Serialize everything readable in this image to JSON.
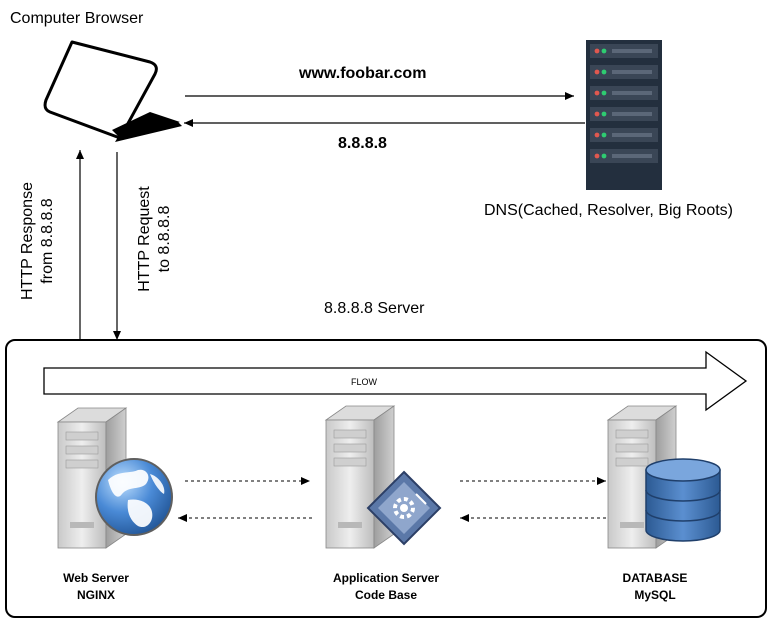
{
  "browser": {
    "label": "Computer Browser"
  },
  "dns": {
    "request_label": "www.foobar.com",
    "response_label": "8.8.8.8",
    "label": "DNS(Cached, Resolver, Big Roots)"
  },
  "http": {
    "response_label": [
      "HTTP Response",
      "from 8.8.8.8"
    ],
    "request_label": [
      "HTTP Request",
      "to 8.8.8.8"
    ]
  },
  "server": {
    "label": "8.8.8.8 Server",
    "flow_label": "FLOW",
    "nodes": [
      {
        "name": "Web Server",
        "detail": "NGINX",
        "icon": "globe-icon"
      },
      {
        "name": "Application Server",
        "detail": "Code Base",
        "icon": "gear-diamond-icon"
      },
      {
        "name": "DATABASE",
        "detail": "MySQL",
        "icon": "database-icon"
      }
    ]
  },
  "colors": {
    "rack": "#232f3e",
    "led_red": "#e0584f",
    "led_green": "#2ecc71",
    "globe": "#3f7cc7",
    "database": "#3a6aa8"
  }
}
